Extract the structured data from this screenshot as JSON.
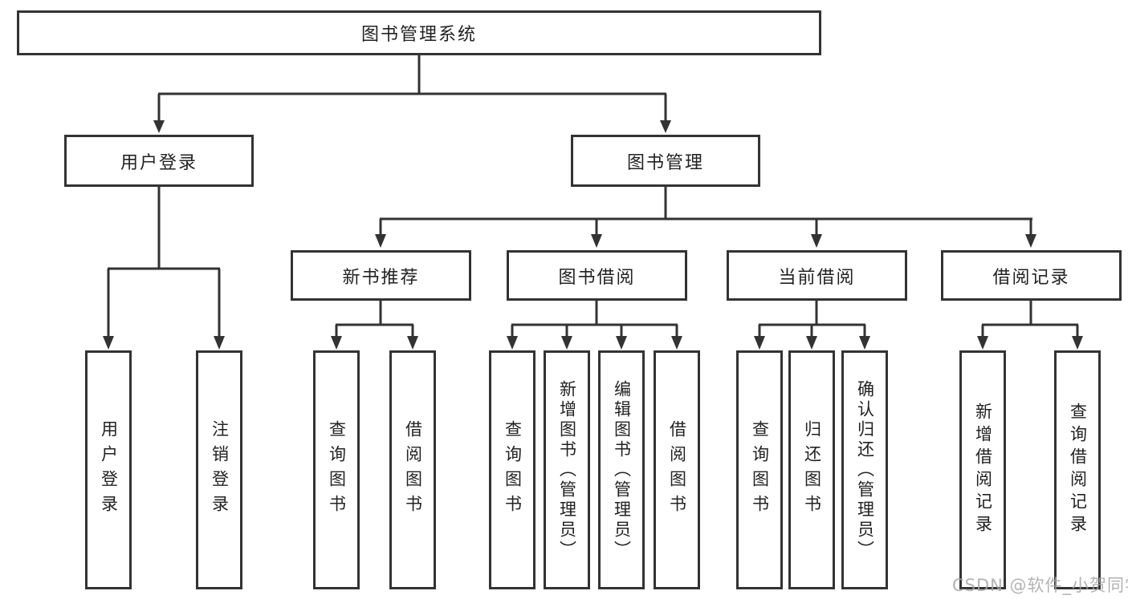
{
  "diagram": {
    "root": {
      "label": "图书管理系统"
    },
    "branches": [
      {
        "label": "用户登录",
        "children": [
          {
            "label": "用户登录"
          },
          {
            "label": "注销登录"
          }
        ]
      },
      {
        "label": "图书管理",
        "children": [
          {
            "label": "新书推荐",
            "children": [
              {
                "label": "查询图书"
              },
              {
                "label": "借阅图书"
              }
            ]
          },
          {
            "label": "图书借阅",
            "children": [
              {
                "label": "查询图书"
              },
              {
                "label": "新增图书（管理员）"
              },
              {
                "label": "编辑图书（管理员）"
              },
              {
                "label": "借阅图书"
              }
            ]
          },
          {
            "label": "当前借阅",
            "children": [
              {
                "label": "查询图书"
              },
              {
                "label": "归还图书"
              },
              {
                "label": "确认归还（管理员）"
              }
            ]
          },
          {
            "label": "借阅记录",
            "children": [
              {
                "label": "新增借阅记录"
              },
              {
                "label": "查询借阅记录"
              }
            ]
          }
        ]
      }
    ]
  },
  "watermark": {
    "text": "CSDN @软件_小贺同学"
  },
  "colors": {
    "line": "#333333",
    "box_border": "#333333",
    "text": "#222222",
    "watermark": "#a6a6a6",
    "background": "#ffffff"
  }
}
